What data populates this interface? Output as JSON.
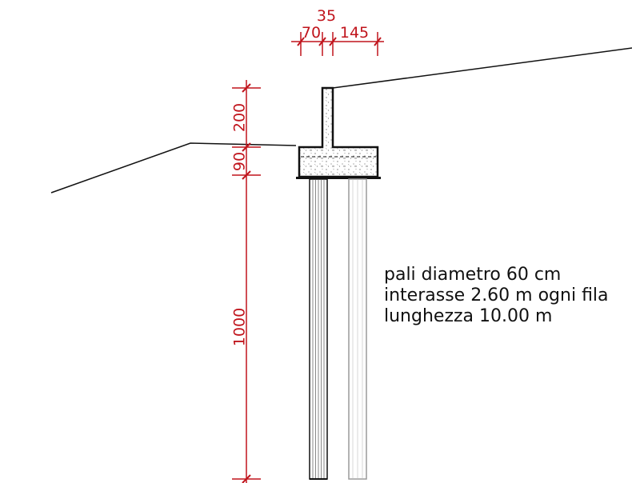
{
  "colors": {
    "dimension": "#c0141c",
    "outline": "#111111",
    "pile_light": "#9a9a9a",
    "concrete_speckle": "#777777"
  },
  "dimensions": {
    "top": [
      "70",
      "35",
      "145"
    ],
    "vertical": [
      "200",
      "90",
      "1000"
    ]
  },
  "note": {
    "lines": [
      "pali diametro 60 cm",
      "interasse 2.60 m ogni fila",
      "lunghezza 10.00 m"
    ]
  }
}
